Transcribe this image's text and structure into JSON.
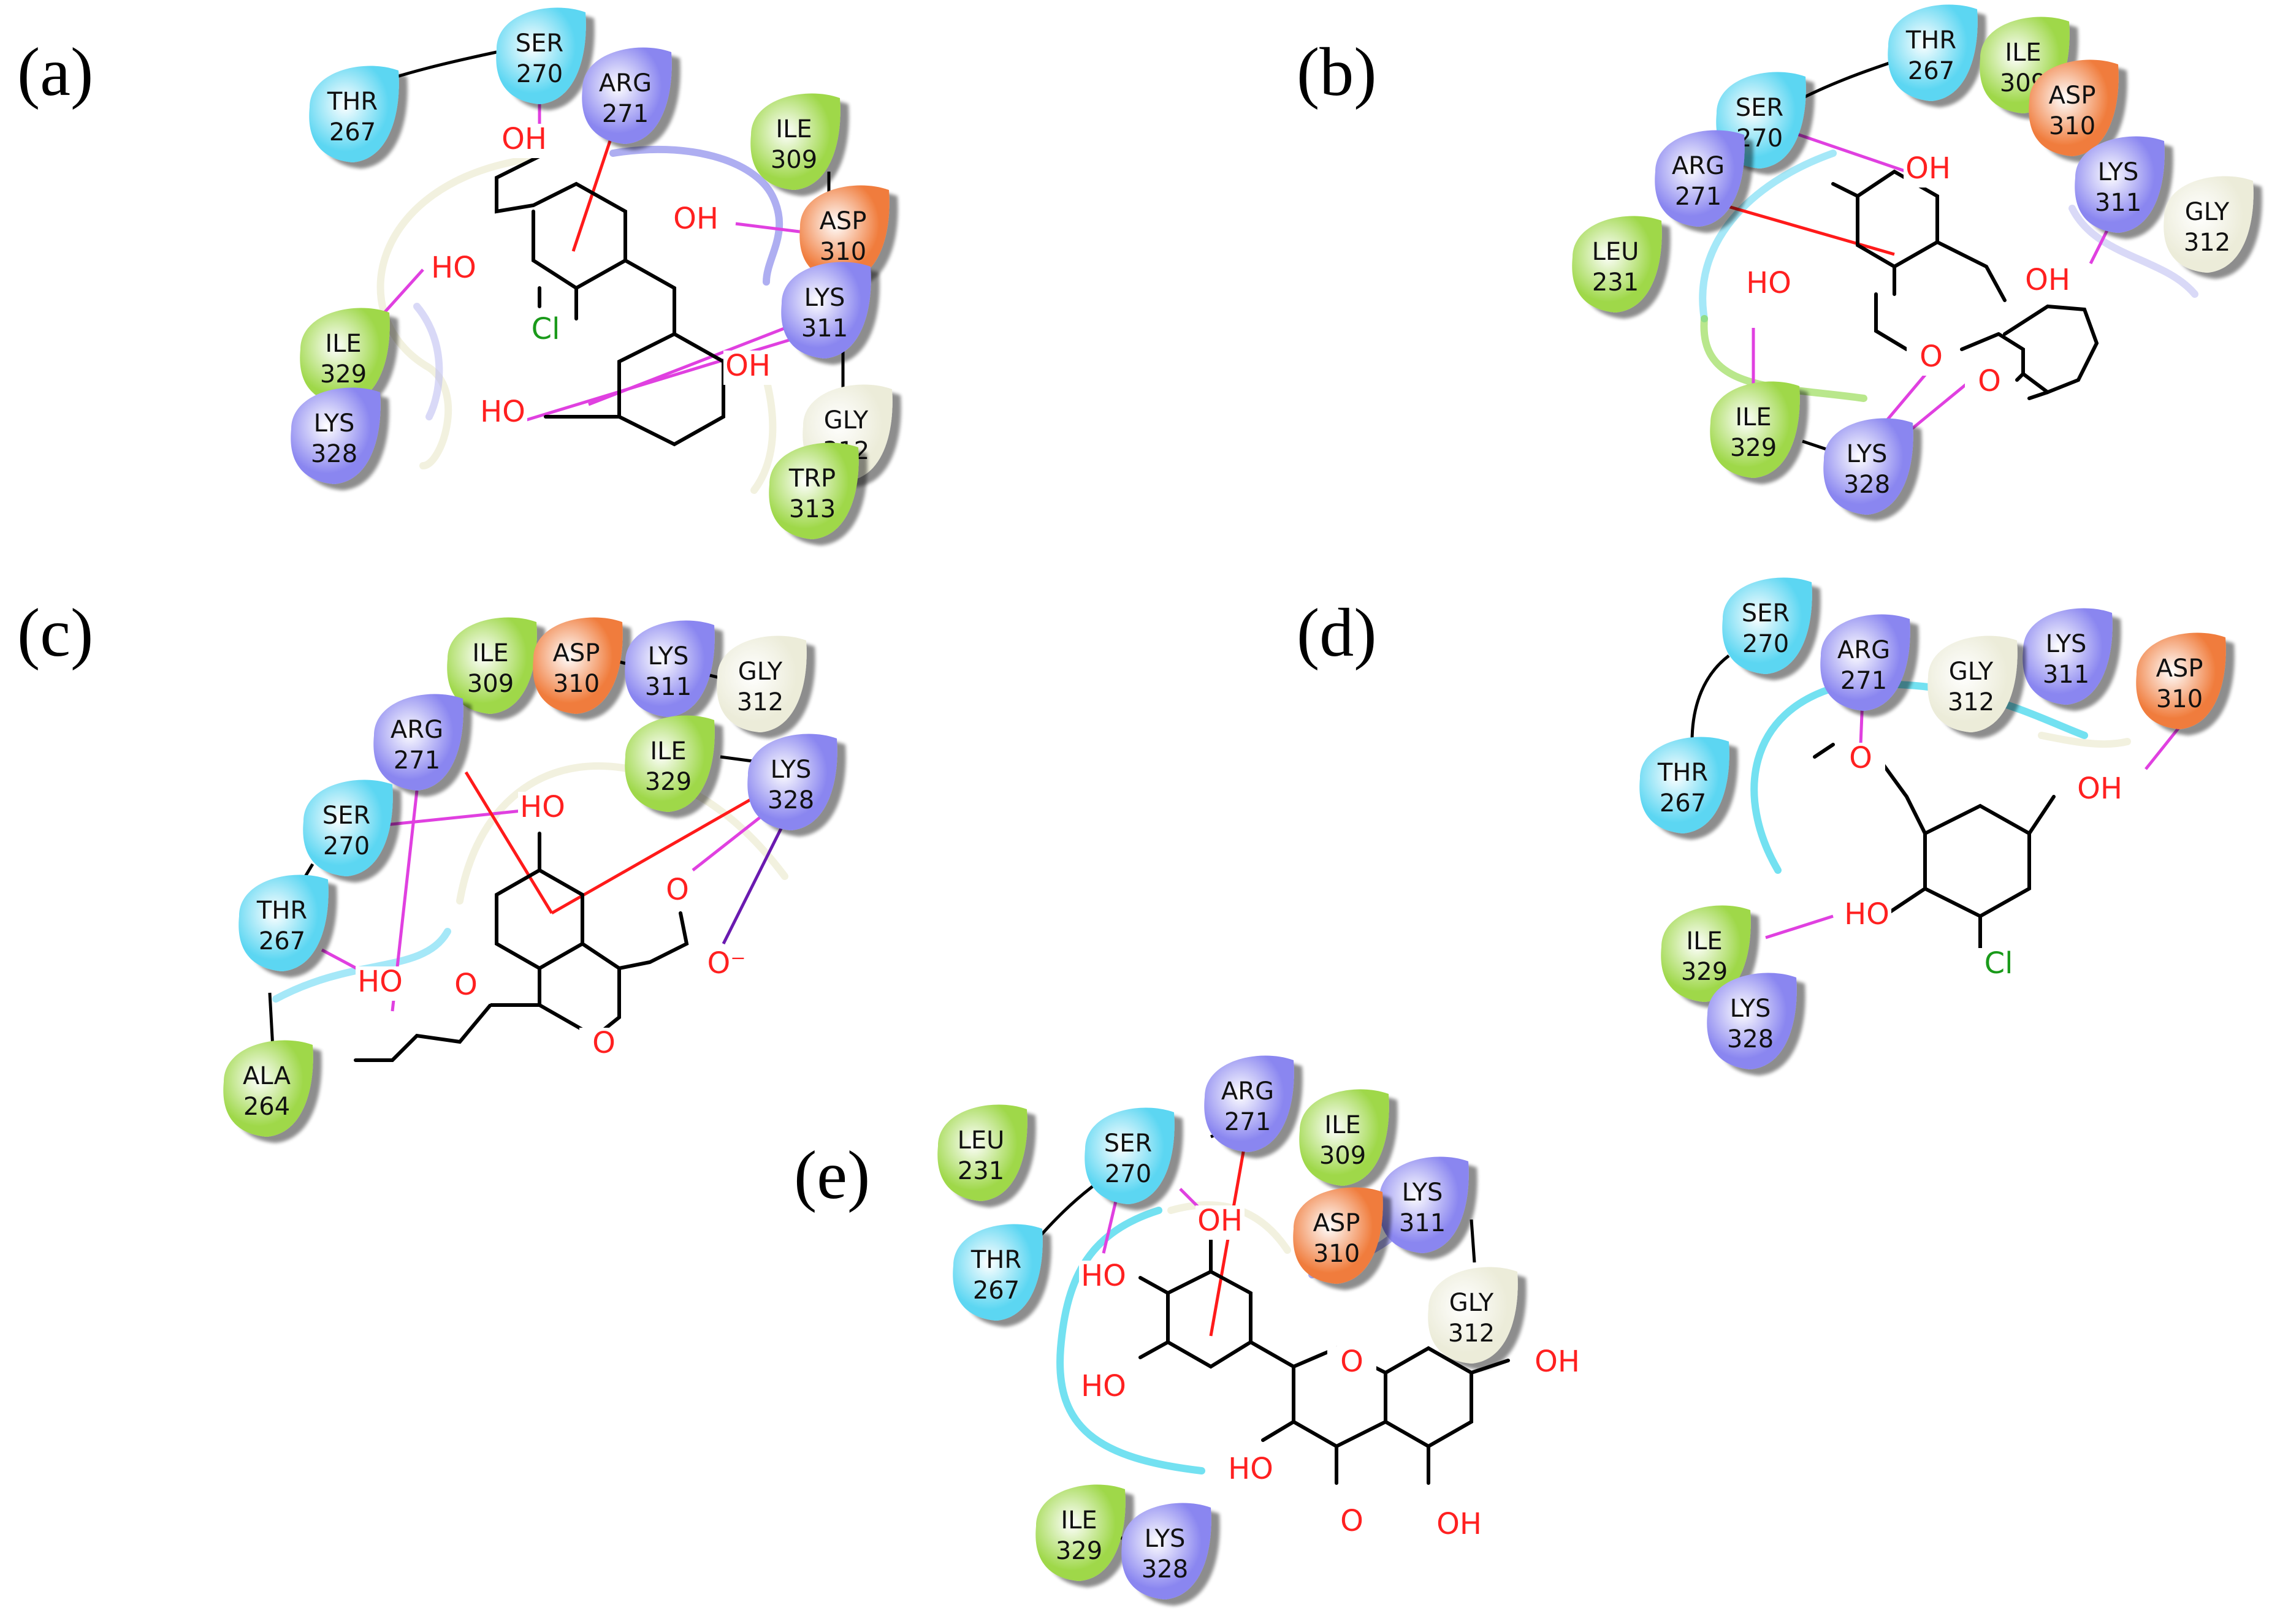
{
  "panels": [
    {
      "id": "a",
      "label": "(a)"
    },
    {
      "id": "b",
      "label": "(b)"
    },
    {
      "id": "c",
      "label": "(c)"
    },
    {
      "id": "d",
      "label": "(d)"
    },
    {
      "id": "e",
      "label": "(e)"
    }
  ],
  "residue_colors": {
    "polar": "#5bd6f2",
    "positive": "#8a86f0",
    "hydrophobic": "#9fd84a",
    "negative": "#f07c3c",
    "glycine": "#ececd9"
  },
  "residues": [
    {
      "panel": "a",
      "name": "SER",
      "num": "270",
      "type": "polar"
    },
    {
      "panel": "a",
      "name": "ARG",
      "num": "271",
      "type": "positive"
    },
    {
      "panel": "a",
      "name": "THR",
      "num": "267",
      "type": "polar"
    },
    {
      "panel": "a",
      "name": "ILE",
      "num": "309",
      "type": "hydrophobic"
    },
    {
      "panel": "a",
      "name": "ASP",
      "num": "310",
      "type": "negative"
    },
    {
      "panel": "a",
      "name": "LYS",
      "num": "311",
      "type": "positive"
    },
    {
      "panel": "a",
      "name": "GLY",
      "num": "312",
      "type": "glycine"
    },
    {
      "panel": "a",
      "name": "TRP",
      "num": "313",
      "type": "hydrophobic"
    },
    {
      "panel": "a",
      "name": "ILE",
      "num": "329",
      "type": "hydrophobic"
    },
    {
      "panel": "a",
      "name": "LYS",
      "num": "328",
      "type": "positive"
    },
    {
      "panel": "b",
      "name": "THR",
      "num": "267",
      "type": "polar"
    },
    {
      "panel": "b",
      "name": "ILE",
      "num": "309",
      "type": "hydrophobic"
    },
    {
      "panel": "b",
      "name": "SER",
      "num": "270",
      "type": "polar"
    },
    {
      "panel": "b",
      "name": "ASP",
      "num": "310",
      "type": "negative"
    },
    {
      "panel": "b",
      "name": "ARG",
      "num": "271",
      "type": "positive"
    },
    {
      "panel": "b",
      "name": "LYS",
      "num": "311",
      "type": "positive"
    },
    {
      "panel": "b",
      "name": "GLY",
      "num": "312",
      "type": "glycine"
    },
    {
      "panel": "b",
      "name": "LEU",
      "num": "231",
      "type": "hydrophobic"
    },
    {
      "panel": "b",
      "name": "ILE",
      "num": "329",
      "type": "hydrophobic"
    },
    {
      "panel": "b",
      "name": "LYS",
      "num": "328",
      "type": "positive"
    },
    {
      "panel": "c",
      "name": "ILE",
      "num": "309",
      "type": "hydrophobic"
    },
    {
      "panel": "c",
      "name": "ASP",
      "num": "310",
      "type": "negative"
    },
    {
      "panel": "c",
      "name": "LYS",
      "num": "311",
      "type": "positive"
    },
    {
      "panel": "c",
      "name": "GLY",
      "num": "312",
      "type": "glycine"
    },
    {
      "panel": "c",
      "name": "ARG",
      "num": "271",
      "type": "positive"
    },
    {
      "panel": "c",
      "name": "ILE",
      "num": "329",
      "type": "hydrophobic"
    },
    {
      "panel": "c",
      "name": "LYS",
      "num": "328",
      "type": "positive"
    },
    {
      "panel": "c",
      "name": "SER",
      "num": "270",
      "type": "polar"
    },
    {
      "panel": "c",
      "name": "THR",
      "num": "267",
      "type": "polar"
    },
    {
      "panel": "c",
      "name": "ALA",
      "num": "264",
      "type": "hydrophobic"
    },
    {
      "panel": "d",
      "name": "SER",
      "num": "270",
      "type": "polar"
    },
    {
      "panel": "d",
      "name": "ARG",
      "num": "271",
      "type": "positive"
    },
    {
      "panel": "d",
      "name": "LYS",
      "num": "311",
      "type": "positive"
    },
    {
      "panel": "d",
      "name": "GLY",
      "num": "312",
      "type": "glycine"
    },
    {
      "panel": "d",
      "name": "ASP",
      "num": "310",
      "type": "negative"
    },
    {
      "panel": "d",
      "name": "THR",
      "num": "267",
      "type": "polar"
    },
    {
      "panel": "d",
      "name": "ILE",
      "num": "329",
      "type": "hydrophobic"
    },
    {
      "panel": "d",
      "name": "LYS",
      "num": "328",
      "type": "positive"
    },
    {
      "panel": "e",
      "name": "ARG",
      "num": "271",
      "type": "positive"
    },
    {
      "panel": "e",
      "name": "LEU",
      "num": "231",
      "type": "hydrophobic"
    },
    {
      "panel": "e",
      "name": "SER",
      "num": "270",
      "type": "polar"
    },
    {
      "panel": "e",
      "name": "ILE",
      "num": "309",
      "type": "hydrophobic"
    },
    {
      "panel": "e",
      "name": "LYS",
      "num": "311",
      "type": "positive"
    },
    {
      "panel": "e",
      "name": "ASP",
      "num": "310",
      "type": "negative"
    },
    {
      "panel": "e",
      "name": "THR",
      "num": "267",
      "type": "polar"
    },
    {
      "panel": "e",
      "name": "GLY",
      "num": "312",
      "type": "glycine"
    },
    {
      "panel": "e",
      "name": "ILE",
      "num": "329",
      "type": "hydrophobic"
    },
    {
      "panel": "e",
      "name": "LYS",
      "num": "328",
      "type": "positive"
    }
  ],
  "atoms": [
    {
      "panel": "a",
      "text": "OH",
      "color": "#ff2020"
    },
    {
      "panel": "a",
      "text": "OH",
      "color": "#ff2020"
    },
    {
      "panel": "a",
      "text": "HO",
      "color": "#ff2020"
    },
    {
      "panel": "a",
      "text": "Cl",
      "color": "#1a9a1a"
    },
    {
      "panel": "a",
      "text": "OH",
      "color": "#ff2020"
    },
    {
      "panel": "a",
      "text": "HO",
      "color": "#ff2020"
    },
    {
      "panel": "b",
      "text": "OH",
      "color": "#ff2020"
    },
    {
      "panel": "b",
      "text": "HO",
      "color": "#ff2020"
    },
    {
      "panel": "b",
      "text": "OH",
      "color": "#ff2020"
    },
    {
      "panel": "b",
      "text": "O",
      "color": "#ff2020"
    },
    {
      "panel": "b",
      "text": "O",
      "color": "#ff2020"
    },
    {
      "panel": "c",
      "text": "HO",
      "color": "#ff2020"
    },
    {
      "panel": "c",
      "text": "HO",
      "color": "#ff2020"
    },
    {
      "panel": "c",
      "text": "O",
      "color": "#ff2020"
    },
    {
      "panel": "c",
      "text": "O",
      "color": "#ff2020"
    },
    {
      "panel": "c",
      "text": "O",
      "color": "#ff2020"
    },
    {
      "panel": "c",
      "text": "O⁻",
      "color": "#ff2020"
    },
    {
      "panel": "d",
      "text": "O",
      "color": "#ff2020"
    },
    {
      "panel": "d",
      "text": "OH",
      "color": "#ff2020"
    },
    {
      "panel": "d",
      "text": "HO",
      "color": "#ff2020"
    },
    {
      "panel": "d",
      "text": "Cl",
      "color": "#1a9a1a"
    },
    {
      "panel": "e",
      "text": "OH",
      "color": "#ff2020"
    },
    {
      "panel": "e",
      "text": "HO",
      "color": "#ff2020"
    },
    {
      "panel": "e",
      "text": "HO",
      "color": "#ff2020"
    },
    {
      "panel": "e",
      "text": "O",
      "color": "#ff2020"
    },
    {
      "panel": "e",
      "text": "OH",
      "color": "#ff2020"
    },
    {
      "panel": "e",
      "text": "HO",
      "color": "#ff2020"
    },
    {
      "panel": "e",
      "text": "O",
      "color": "#ff2020"
    },
    {
      "panel": "e",
      "text": "OH",
      "color": "#ff2020"
    }
  ],
  "interaction_colors": {
    "hydrogen_bond": "#e040e0",
    "pi_cation": "#ff1a1a",
    "salt_bridge": "#6a1ab0"
  }
}
